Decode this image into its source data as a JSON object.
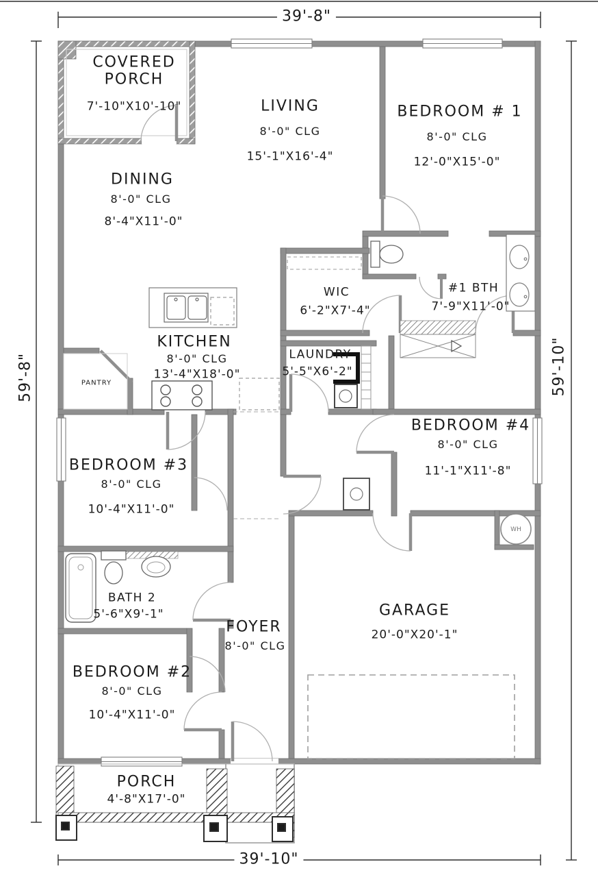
{
  "dimensions": {
    "top": "39'-8\"",
    "bottom": "39'-10\"",
    "left": "59'-8\"",
    "right": "59'-10\""
  },
  "rooms": {
    "covered_porch": {
      "name": "COVERED PORCH",
      "size": "7'-10\"X10'-10\""
    },
    "living": {
      "name": "LIVING",
      "ceiling": "8'-0\" CLG",
      "size": "15'-1\"X16'-4\""
    },
    "bedroom1": {
      "name": "BEDROOM # 1",
      "ceiling": "8'-0\" CLG",
      "size": "12'-0\"X15'-0\""
    },
    "dining": {
      "name": "DINING",
      "ceiling": "8'-0\" CLG",
      "size": "8'-4\"X11'-0\""
    },
    "wic": {
      "name": "WIC",
      "size": "6'-2\"X7'-4\""
    },
    "bath1": {
      "name": "#1 BTH",
      "size": "7'-9\"X11'-0\""
    },
    "kitchen": {
      "name": "KITCHEN",
      "ceiling": "8'-0\" CLG",
      "size": "13'-4\"X18'-0\""
    },
    "pantry": {
      "name": "PANTRY"
    },
    "laundry": {
      "name": "LAUNDRY",
      "size": "5'-5\"X6'-2\""
    },
    "bedroom4": {
      "name": "BEDROOM #4",
      "ceiling": "8'-0\" CLG",
      "size": "11'-1\"X11'-8\""
    },
    "bedroom3": {
      "name": "BEDROOM #3",
      "ceiling": "8'-0\" CLG",
      "size": "10'-4\"X11'-0\""
    },
    "bath2": {
      "name": "BATH 2",
      "size": "5'-6\"X9'-1\""
    },
    "foyer": {
      "name": "FOYER",
      "ceiling": "8'-0\" CLG"
    },
    "garage": {
      "name": "GARAGE",
      "size": "20'-0\"X20'-1\""
    },
    "bedroom2": {
      "name": "BEDROOM #2",
      "ceiling": "8'-0\" CLG",
      "size": "10'-4\"X11'-0\""
    },
    "porch": {
      "name": "PORCH",
      "size": "4'-8\"X17'-0\""
    }
  },
  "fixtures": {
    "water_heater_label": "WH"
  },
  "colors": {
    "wall": "#8f8f8f",
    "line": "#2b2b2b",
    "background": "#ffffff"
  }
}
